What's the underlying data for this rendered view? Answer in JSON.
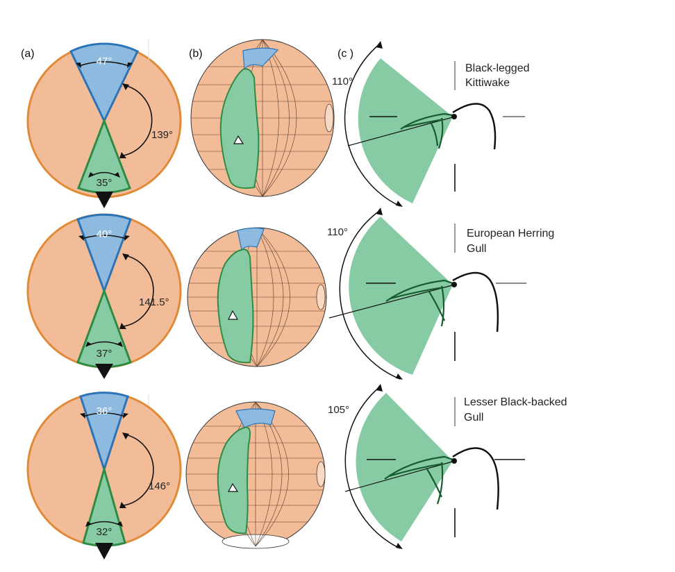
{
  "panel_labels": [
    "(a)",
    "(b)",
    "(c )"
  ],
  "rows": [
    {
      "binocular_top": "47°",
      "binocular_bottom": "35°",
      "side_angle": "139°",
      "field_angle": "110°",
      "species": [
        "Black-legged",
        "Kittiwake"
      ]
    },
    {
      "binocular_top": "40°",
      "binocular_bottom": "37°",
      "side_angle": "141.5°",
      "field_angle": "110°",
      "species": [
        "European Herring",
        "Gull"
      ]
    },
    {
      "binocular_top": "36°",
      "binocular_bottom": "32°",
      "side_angle": "146°",
      "field_angle": "105°",
      "species": [
        "Lesser Black-backed",
        "Gull"
      ]
    }
  ],
  "colors": {
    "orange_fill": "#f2bc98",
    "orange_stroke": "#e08a38",
    "blue_fill": "#8fbadf",
    "blue_stroke": "#2b74b8",
    "green_fill": "#86cba4",
    "green_stroke": "#2f8a43",
    "bird_line": "#165c2e"
  }
}
